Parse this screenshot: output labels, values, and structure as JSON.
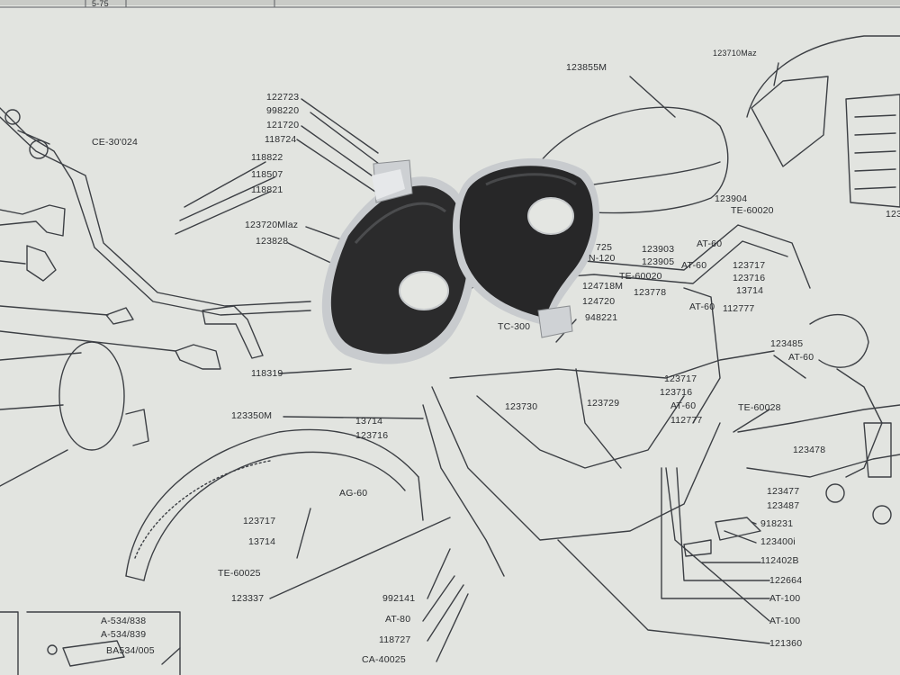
{
  "header": {
    "cell1": "5-75"
  },
  "labels": {
    "l122723": "122723",
    "l998220": "998220",
    "l121720": "121720",
    "l118724": "118724",
    "l118822": "118822",
    "l118507": "118507",
    "l118821": "118821",
    "l123720": "123720Mlaz",
    "l123828": "123828",
    "lce30024": "CE-30'024",
    "l123855": "123855M",
    "l123710": "123710Maz",
    "l123904": "123904",
    "lte60020a": "TE-60020",
    "lat60a": "AT-60",
    "l123903": "123903",
    "l123905": "123905",
    "lat60b": "AT-60",
    "lte60020b": "TE-60020",
    "l123717a": "123717",
    "l123716a": "123716",
    "l13714a": "13714",
    "l123778": "123778",
    "l124718": "124718M",
    "l124720": "124720",
    "l948221": "948221",
    "l725": "725",
    "ln120": "N-120",
    "lat60c": "AT-60",
    "l112777a": "112777",
    "ltc300": "TC-300",
    "l118319": "118319",
    "l123350": "123350M",
    "l13714b": "13714",
    "l123716b": "123716",
    "l123730": "123730",
    "l123729": "123729",
    "l123717b": "123717",
    "l123716c": "123716",
    "lat60d": "AT-60",
    "l112777b": "112777",
    "lte60028": "TE-60028",
    "l123485": "123485",
    "lat60e": "AT-60",
    "l123478": "123478",
    "l123477": "123477",
    "l123487": "123487",
    "l918231": "918231",
    "l123400": "123400i",
    "l112402": "112402B",
    "l122664": "122664",
    "lat100a": "AT-100",
    "lat100b": "AT-100",
    "l121360": "121360",
    "lag60": "AG-60",
    "l123717c": "123717",
    "l13714c": "13714",
    "lte60025": "TE-60025",
    "l123337": "123337",
    "l992141": "992141",
    "lat80": "AT-80",
    "l118727": "118727",
    "lca40025": "CA-40025",
    "la534838": "A-534/838",
    "la534839": "A-534/839",
    "lba534005": "BA534/005",
    "l123": "123"
  },
  "colors": {
    "paper": "#e4e6e2",
    "ink": "#2b2d30",
    "metal_dark": "#2a2a2b",
    "metal_rim": "#c9cccf"
  }
}
